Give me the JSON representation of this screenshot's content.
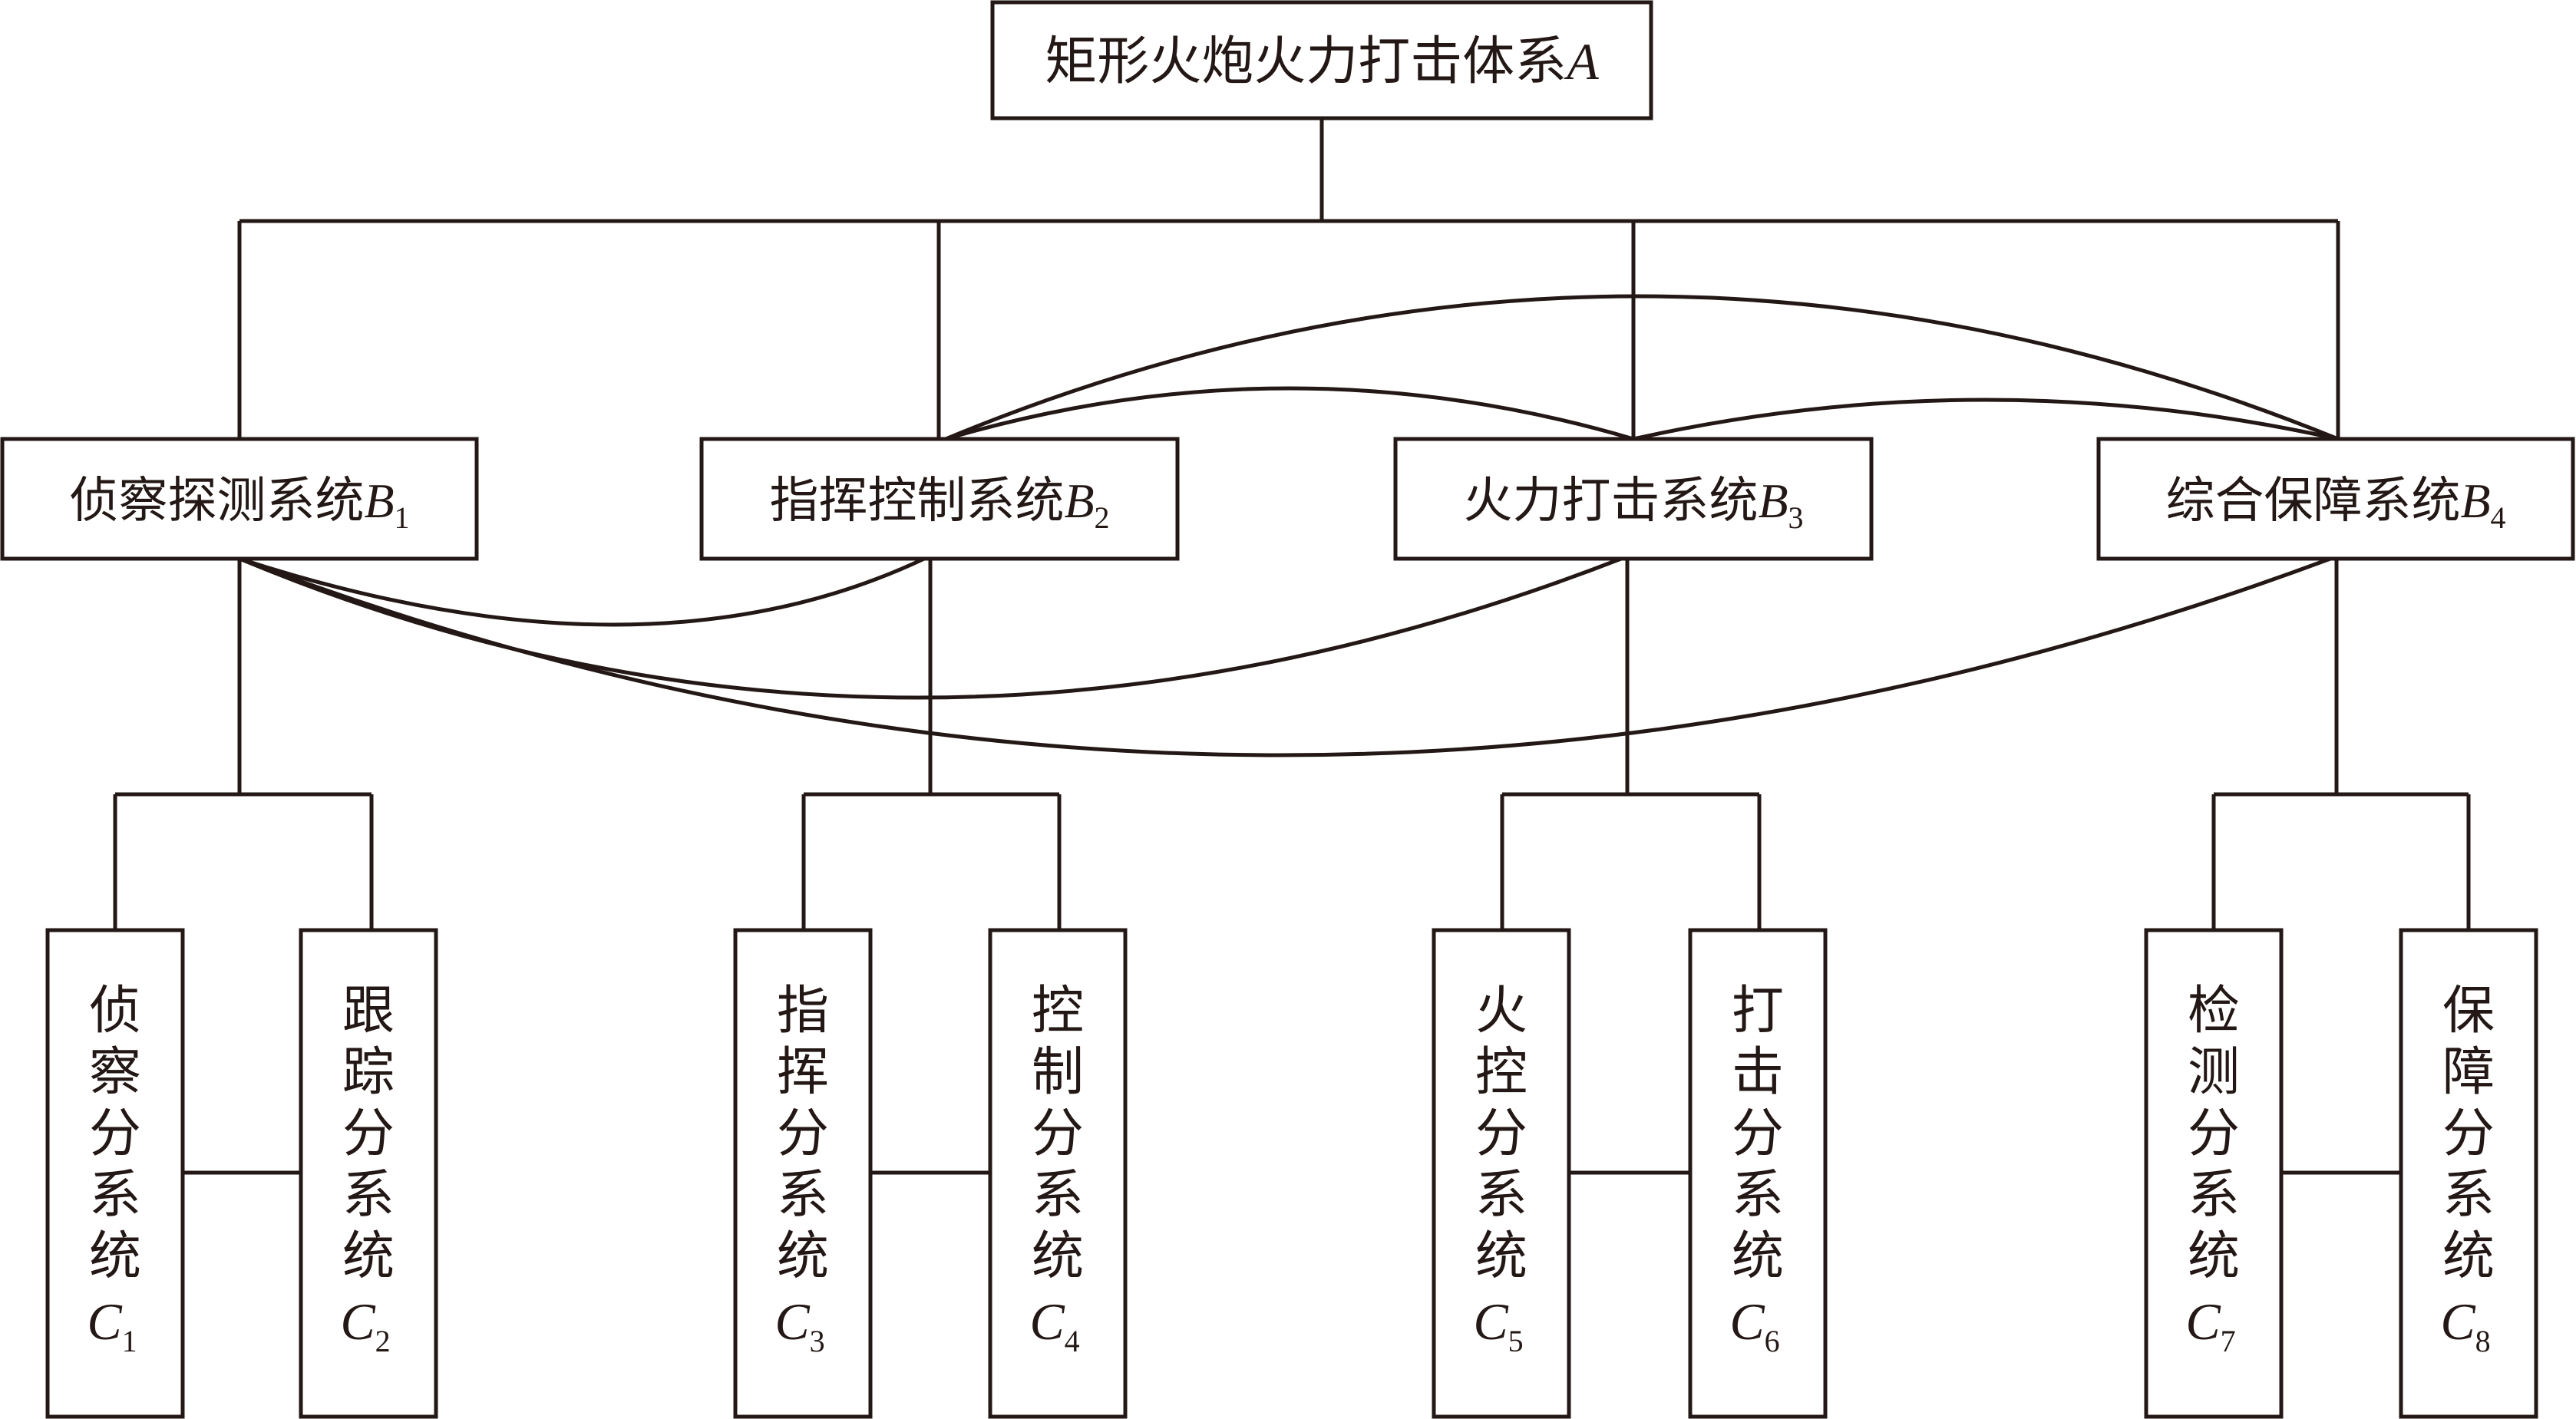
{
  "colors": {
    "line": "#231815",
    "background": "#ffffff"
  },
  "root": {
    "text": "矩形火炮火力打击体系",
    "var": "A"
  },
  "subsystems": [
    {
      "text": "侦察探测系统",
      "var": "B",
      "sub": "1"
    },
    {
      "text": "指挥控制系统",
      "var": "B",
      "sub": "2"
    },
    {
      "text": "火力打击系统",
      "var": "B",
      "sub": "3"
    },
    {
      "text": "综合保障系统",
      "var": "B",
      "sub": "4"
    }
  ],
  "components": [
    {
      "chars": [
        "侦",
        "察",
        "分",
        "系",
        "统"
      ],
      "var": "C",
      "sub": "1"
    },
    {
      "chars": [
        "跟",
        "踪",
        "分",
        "系",
        "统"
      ],
      "var": "C",
      "sub": "2"
    },
    {
      "chars": [
        "指",
        "挥",
        "分",
        "系",
        "统"
      ],
      "var": "C",
      "sub": "3"
    },
    {
      "chars": [
        "控",
        "制",
        "分",
        "系",
        "统"
      ],
      "var": "C",
      "sub": "4"
    },
    {
      "chars": [
        "火",
        "控",
        "分",
        "系",
        "统"
      ],
      "var": "C",
      "sub": "5"
    },
    {
      "chars": [
        "打",
        "击",
        "分",
        "系",
        "统"
      ],
      "var": "C",
      "sub": "6"
    },
    {
      "chars": [
        "检",
        "测",
        "分",
        "系",
        "统"
      ],
      "var": "C",
      "sub": "7"
    },
    {
      "chars": [
        "保",
        "障",
        "分",
        "系",
        "统"
      ],
      "var": "C",
      "sub": "8"
    }
  ]
}
